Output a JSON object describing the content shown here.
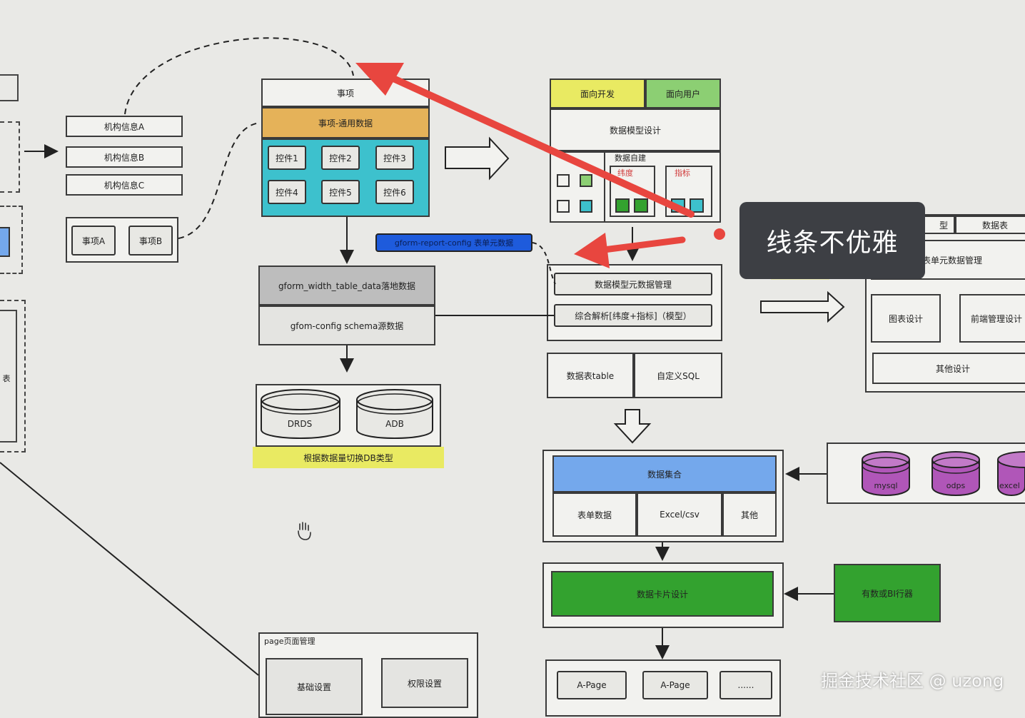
{
  "colors": {
    "accent_red": "#e8463f",
    "orange": "#e5b259",
    "teal": "#3dc1cd",
    "yellow": "#e9ea62",
    "green_light": "#8ccf73",
    "blue": "#74a8ec",
    "green_dark": "#33a22f",
    "purple": "#b056b8",
    "gray_block": "#bdbdbd",
    "blue_tag": "#1e5bdc"
  },
  "left": {
    "org_a": "机构信息A",
    "org_b": "机构信息B",
    "org_c": "机构信息C",
    "item_a": "事项A",
    "item_b": "事项B",
    "partial_table": "表"
  },
  "center": {
    "item": "事项",
    "item_common": "事项-通用数据",
    "controls": [
      "控件1",
      "控件2",
      "控件3",
      "控件4",
      "控件5",
      "控件6"
    ],
    "gform_width": "gform_width_table_data落地数据",
    "gfom_config": "gfom-config schema源数据",
    "drds": "DRDS",
    "adb": "ADB",
    "switch_db": "根据数据量切换DB类型",
    "report_config": "gform-report-config 表单元数据",
    "page_mgmt": "page页面管理",
    "basic_settings": "基础设置",
    "perm_settings": "权限设置"
  },
  "right": {
    "dev_facing": "面向开发",
    "user_facing": "面向用户",
    "model_design": "数据模型设计",
    "self_build": "数据自建",
    "dimension": "纬度",
    "indicator": "指标",
    "meta_mgmt": "数据模型元数据管理",
    "analysis": "综合解析[纬度+指标]（模型）",
    "data_table": "数据表table",
    "custom_sql": "自定义SQL",
    "dataset": "数据集合",
    "form_data": "表单数据",
    "excel_csv": "Excel/csv",
    "other": "其他",
    "card_design": "数据卡片设计",
    "bi_tool": "有数或BI行器",
    "page_a1": "A-Page",
    "page_a2": "A-Page",
    "ellipsis": "......",
    "mysql": "mysql",
    "odps": "odps",
    "excel": "excel"
  },
  "far_right": {
    "model_partial": "型",
    "data_table": "数据表",
    "form_meta": "表单元数据管理",
    "chart_design": "图表设计",
    "frontend_design": "前端管理设计",
    "other_design": "其他设计"
  },
  "annotation": {
    "callout": "线条不优雅"
  },
  "watermark": "掘金技术社区 @ uzong"
}
